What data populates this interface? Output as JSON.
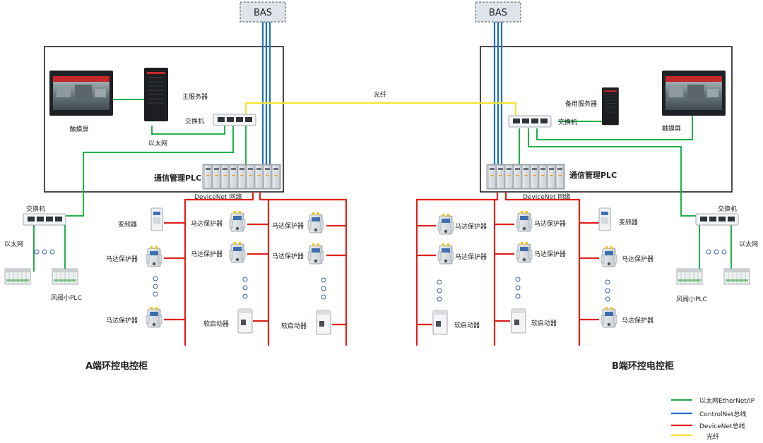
{
  "bas": {
    "left": "BAS",
    "right": "BAS"
  },
  "cabinet_a": {
    "title": "A端环控电控柜",
    "touch_screen": "触摸屏",
    "main_server": "主服务器",
    "switch": "交换机",
    "ethernet": "以太网",
    "plc": "通信管理PLC",
    "devicenet": "DeviceNet 网络",
    "ext_switch": "交换机",
    "ext_ethernet": "以太网",
    "damper_plc": "风阀小PLC",
    "vfd": "变频器",
    "motor_protector": "马达保护器",
    "soft_starter": "软启动器"
  },
  "cabinet_b": {
    "title": "B端环控电控柜",
    "touch_screen": "触摸屏",
    "backup_server": "备用服务器",
    "switch": "交换机",
    "plc": "通信管理PLC",
    "devicenet": "DeviceNet 网络",
    "ext_switch": "交换机",
    "ext_ethernet": "以太网",
    "damper_plc": "风阀小PLC",
    "vfd": "变频器",
    "motor_protector": "马达保护器",
    "soft_starter": "软启动器"
  },
  "fiber_label": "光纤",
  "legend": [
    {
      "label": "以太网EtherNet/IP",
      "color": "#22b14c"
    },
    {
      "label": "ControlNet总线",
      "color": "#1f6fc6"
    },
    {
      "label": "DeviceNet总线",
      "color": "#e0201b"
    },
    {
      "label": "光纤",
      "color": "#f2e531"
    }
  ]
}
